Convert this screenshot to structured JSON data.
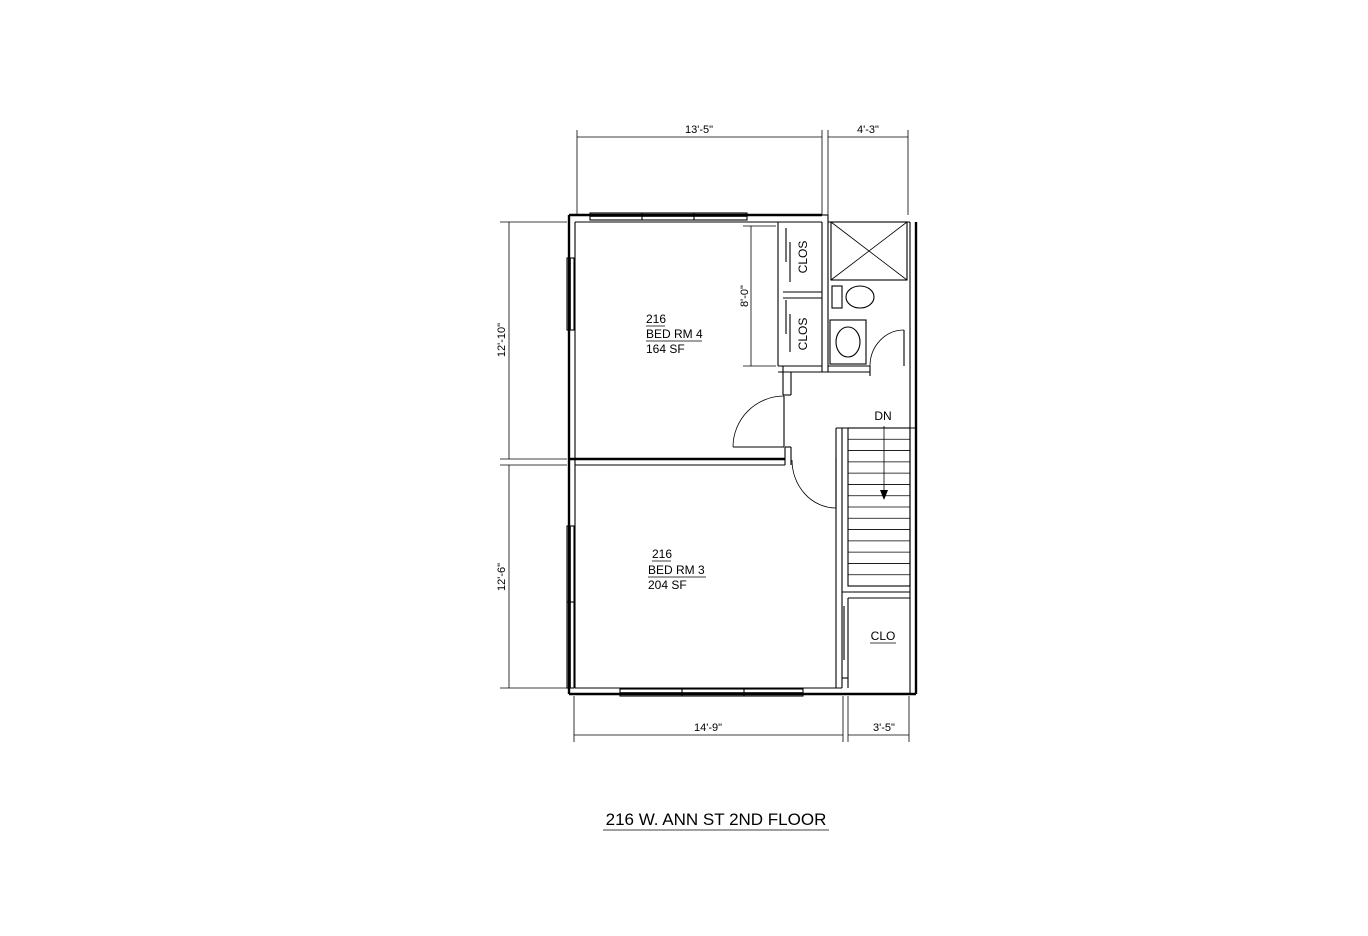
{
  "plan_title": "216 W. ANN ST 2ND FLOOR",
  "dimensions": {
    "top_left": "13'-5\"",
    "top_right": "4'-3\"",
    "left_upper": "12'-10\"",
    "left_lower": "12'-6\"",
    "bottom_left": "14'-9\"",
    "bottom_right": "3'-5\"",
    "closet_height": "8'-0\""
  },
  "rooms": {
    "bed_rm_4": {
      "number": "216",
      "name": "BED RM 4",
      "area": "164 SF"
    },
    "bed_rm_3": {
      "number": "216",
      "name": "BED RM 3",
      "area": "204 SF"
    },
    "closet_upper": "CLOS",
    "closet_lower": "CLOS",
    "closet_stair": "CLO"
  },
  "stair_label": "DN"
}
